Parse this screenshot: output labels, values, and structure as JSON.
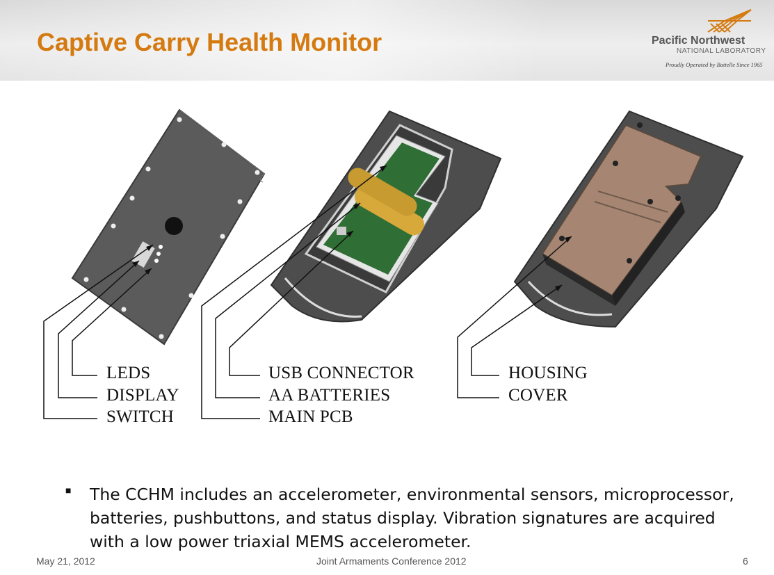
{
  "slide": {
    "title": "Captive Carry Health Monitor",
    "logo": {
      "name": "Pacific Northwest",
      "subtitle": "NATIONAL LABORATORY",
      "tagline": "Proudly Operated by Battelle Since 1965"
    },
    "figure": {
      "labels_left": [
        "LEDS",
        "DISPLAY",
        "SWITCH"
      ],
      "labels_middle": [
        "USB CONNECTOR",
        "AA BATTERIES",
        "MAIN PCB"
      ],
      "labels_right": [
        "HOUSING",
        "COVER"
      ]
    },
    "bullet_text": "The CCHM includes an accelerometer, environmental sensors, microprocessor, batteries, pushbuttons, and status display. Vibration signatures are acquired with a low power triaxial MEMS accelerometer.",
    "footer": {
      "date": "May 21, 2012",
      "conference": "Joint Armaments Conference 2012",
      "page_number": "6"
    }
  }
}
